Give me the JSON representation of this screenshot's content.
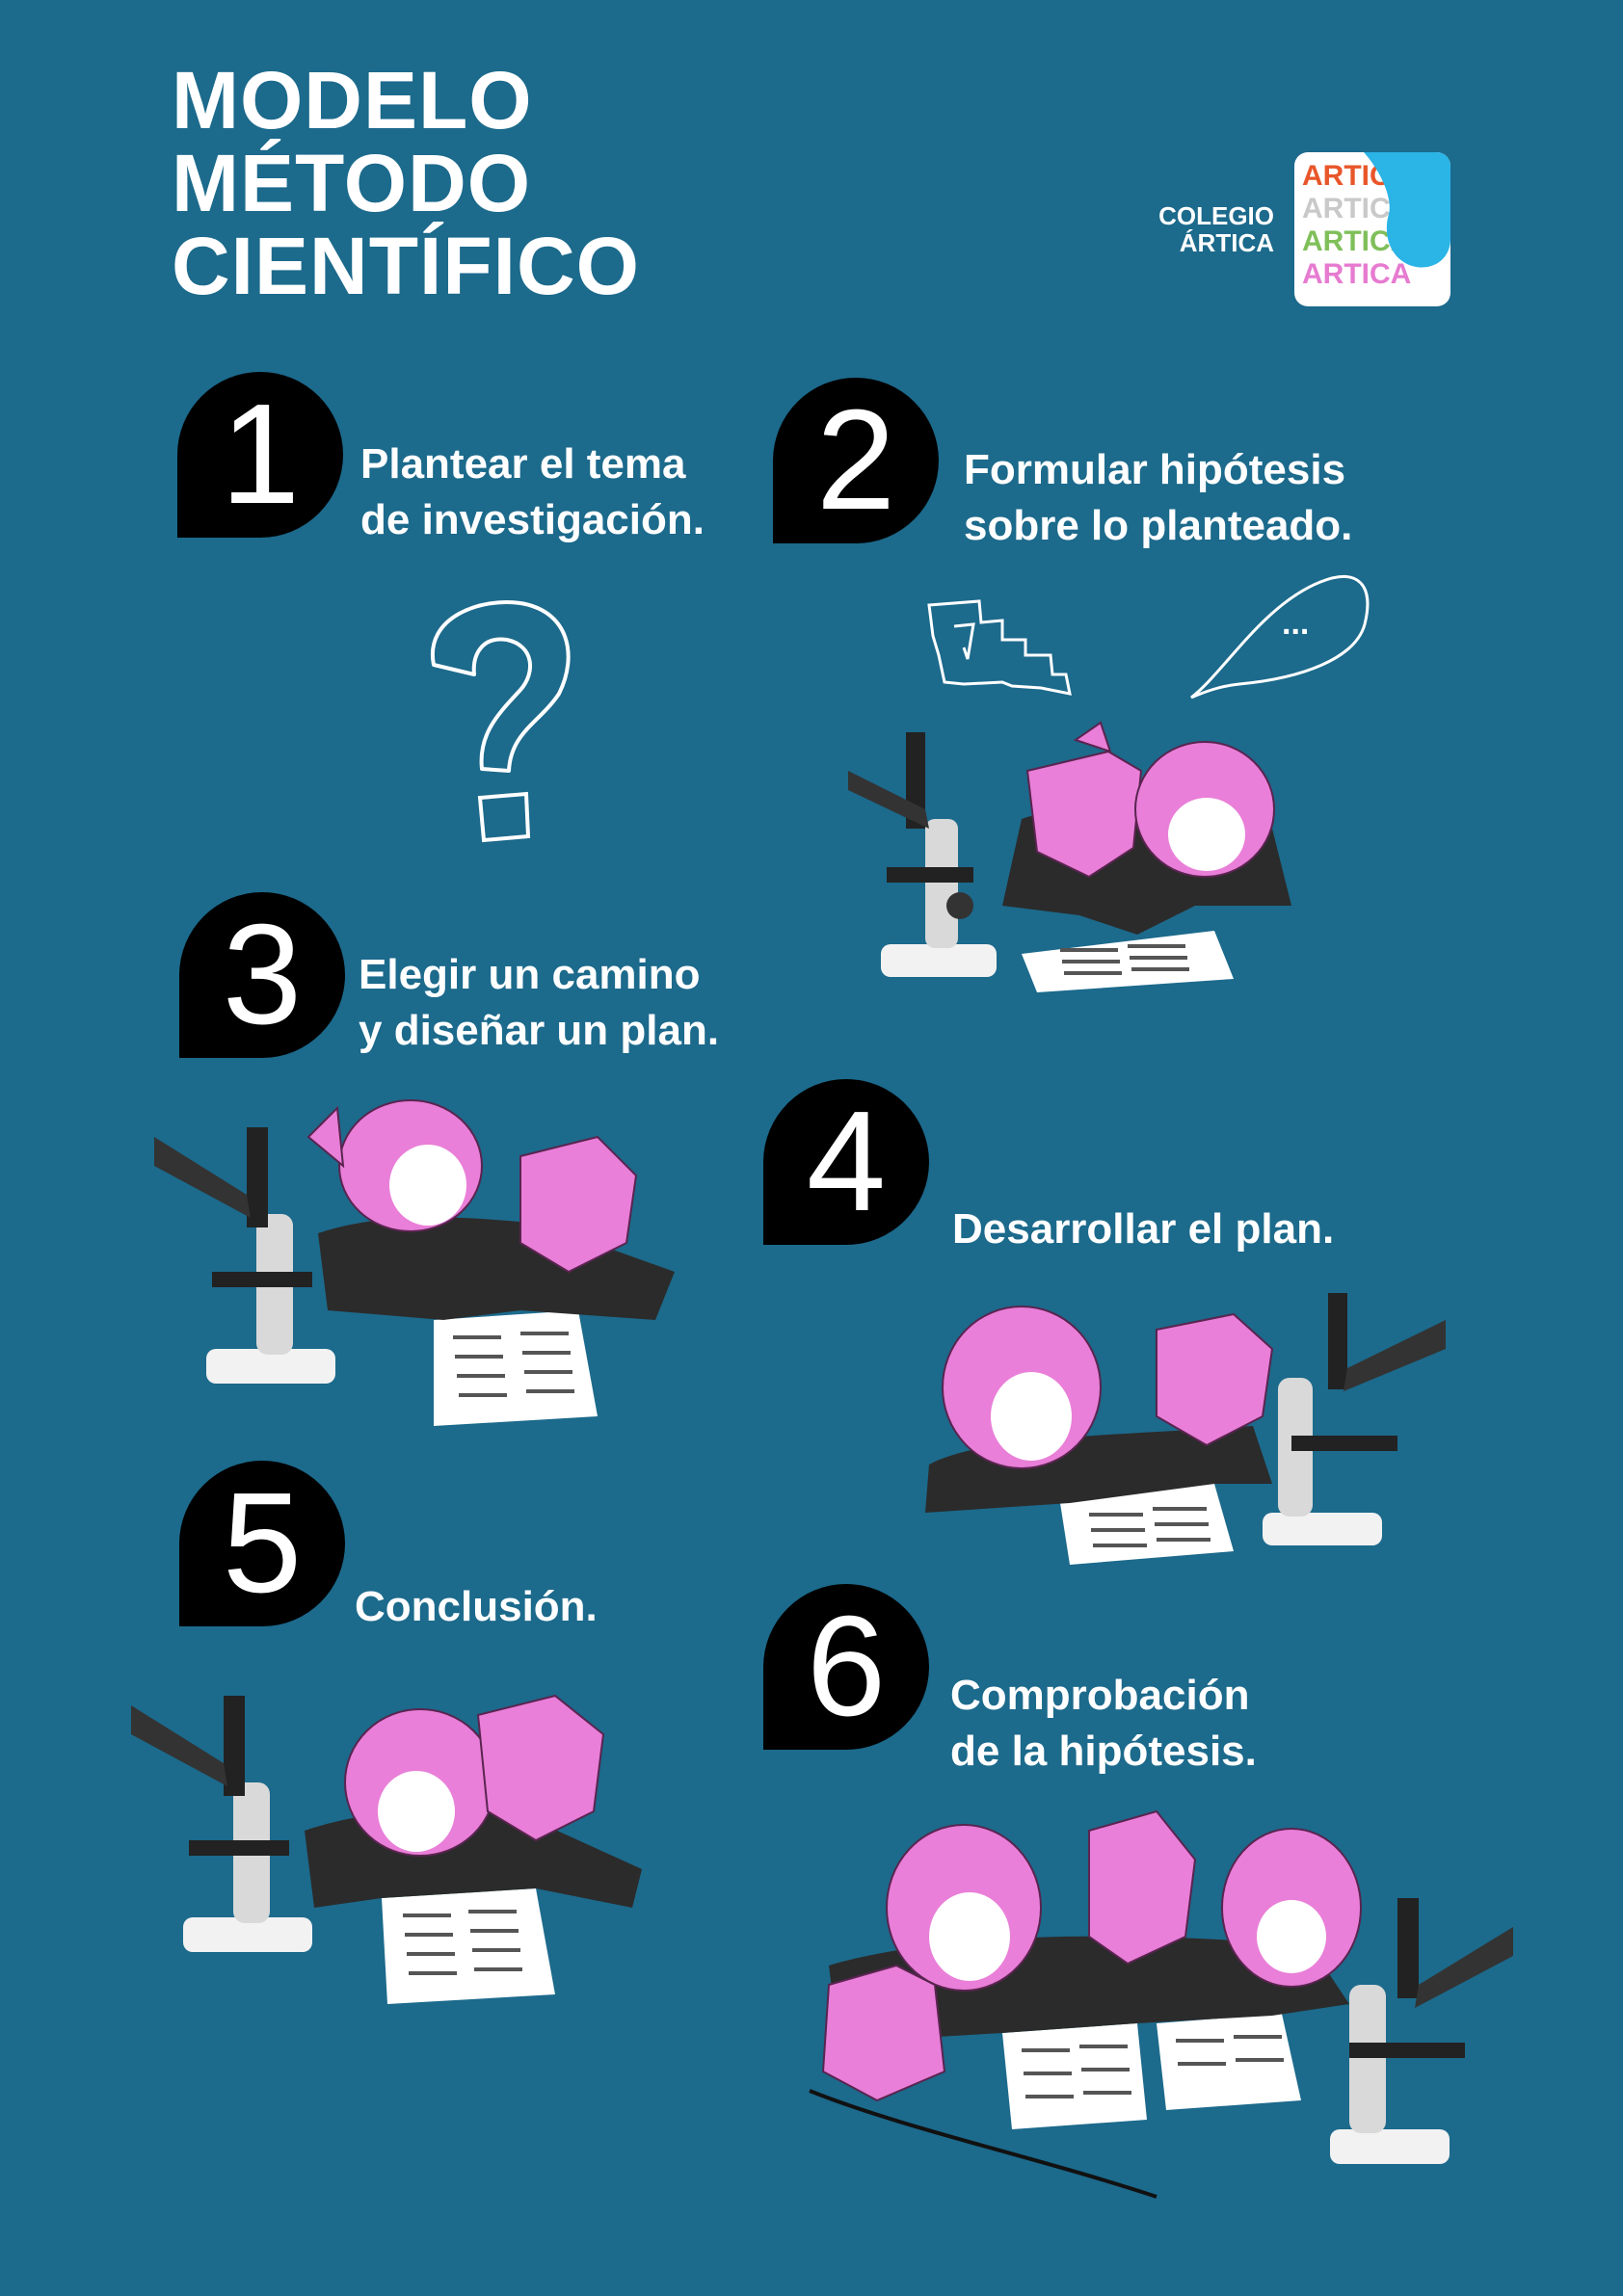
{
  "title": {
    "lines": [
      "MODELO",
      "MÉTODO",
      "CIENTÍFICO"
    ]
  },
  "brand": {
    "line1": "COLEGIO",
    "line2": "ÁRTICA",
    "logo_words": [
      "ARTICA",
      "ARTICA",
      "ARTICA",
      "ARTICA"
    ],
    "logo_colors": [
      "#e8562a",
      "#c9c9c9",
      "#7fbf5a",
      "#e67bd0"
    ],
    "logo_drop_color": "#2bb4e6"
  },
  "steps": [
    {
      "number": "1",
      "line1": "Plantear el tema",
      "line2": "de investigación."
    },
    {
      "number": "2",
      "line1": "Formular hipótesis",
      "line2": "sobre lo planteado."
    },
    {
      "number": "3",
      "line1": "Elegir un camino",
      "line2": "y diseñar un plan."
    },
    {
      "number": "4",
      "line1": "Desarrollar el plan.",
      "line2": ""
    },
    {
      "number": "5",
      "line1": "Conclusión.",
      "line2": ""
    },
    {
      "number": "6",
      "line1": "Comprobación",
      "line2": "de la hipótesis."
    }
  ],
  "thought_bubble": {
    "text": "..."
  },
  "colors": {
    "background": "#1c6a8c",
    "badge": "#000000",
    "character_pink": "#e97fd8",
    "text": "#ffffff"
  },
  "icons": [
    "question-mark-icon",
    "speech-bubble-icon",
    "thought-bubble-icon",
    "microscope-icon",
    "character-head-icon",
    "worksheet-icon"
  ]
}
